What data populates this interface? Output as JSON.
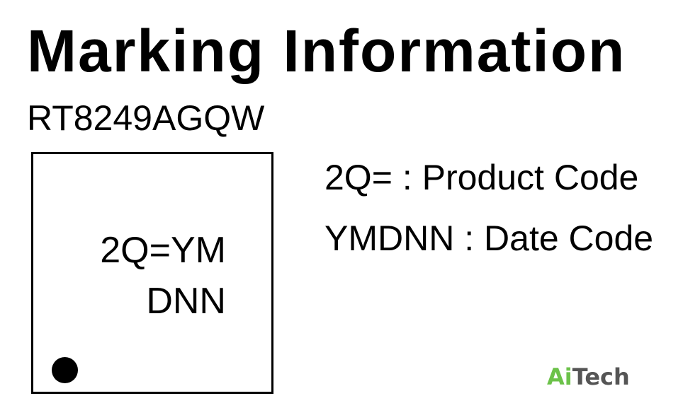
{
  "title": "Marking Information",
  "part_number": "RT8249AGQW",
  "chip": {
    "line1": "2Q=YM",
    "line2": "DNN"
  },
  "legend": [
    {
      "key": "2Q=",
      "separator": ":",
      "desc": "Product Code"
    },
    {
      "key": "YMDNN",
      "separator": ":",
      "desc": "Date Code"
    }
  ],
  "logo": {
    "part1": "Ai",
    "part2": "Tech",
    "color_ai": "#6cc24a",
    "color_tech": "#555555"
  }
}
